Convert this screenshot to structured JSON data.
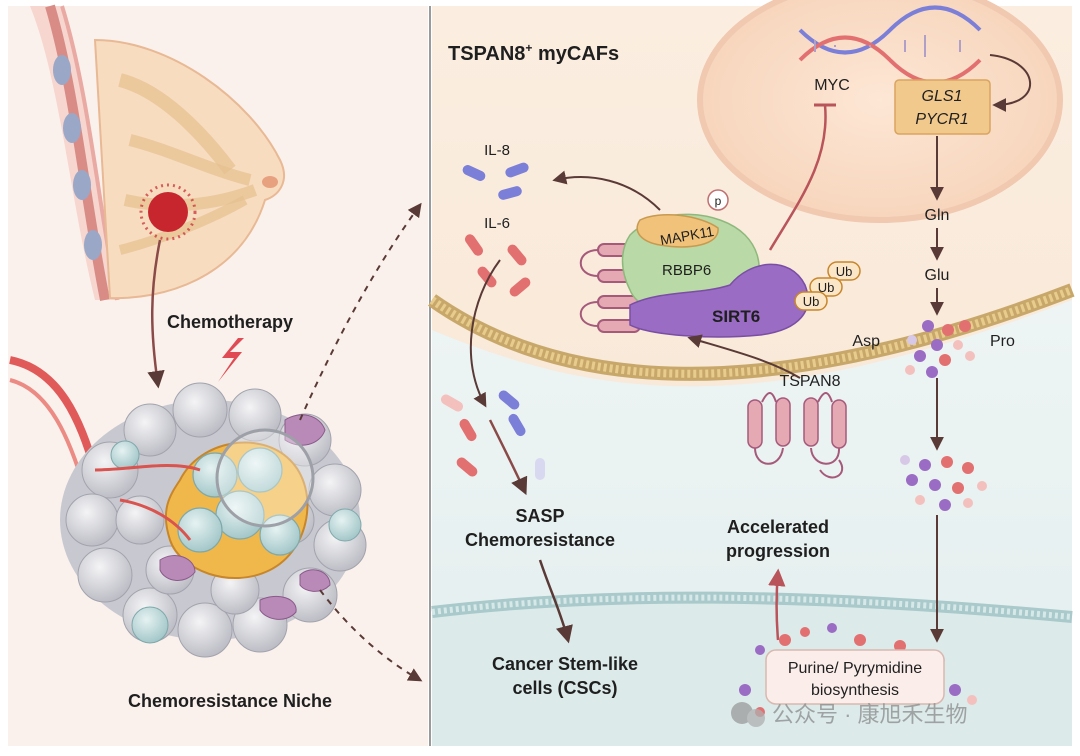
{
  "left_panel": {
    "chemotherapy_label": "Chemotherapy",
    "niche_label": "Chemoresistance Niche"
  },
  "right_panel": {
    "title_main": "TSPAN8",
    "title_sup": "+",
    "title_rest": " myCAFs",
    "myc_label": "MYC",
    "gene1": "GLS1",
    "gene2": "PYCR1",
    "gln": "Gln",
    "glu": "Glu",
    "asp": "Asp",
    "pro": "Pro",
    "il8": "IL-8",
    "il6": "IL-6",
    "mapk11": "MAPK11",
    "phospho": "p",
    "rbbp6": "RBBP6",
    "sirt6": "SIRT6",
    "ub": "Ub",
    "tspan8": "TSPAN8",
    "sasp_line1": "SASP",
    "sasp_line2": "Chemoresistance",
    "accel_line1": "Accelerated",
    "accel_line2": "progression",
    "csc_line1": "Cancer Stem-like",
    "csc_line2": "cells (CSCs)",
    "purine_line1": "Purine/ Pyrymidine",
    "purine_line2": "biosynthesis"
  },
  "watermark": "公众号 · 康旭禾生物",
  "colors": {
    "arrow": "#5a3a36",
    "myc_inhibit": "#b8545a",
    "gene_box": "#f2c98d",
    "sirt6": "#9a6cc4",
    "rbbp6": "#b9d9a6",
    "mapk11": "#f0c27a",
    "il8": "#7b7fd8",
    "il6": "#e37070"
  }
}
